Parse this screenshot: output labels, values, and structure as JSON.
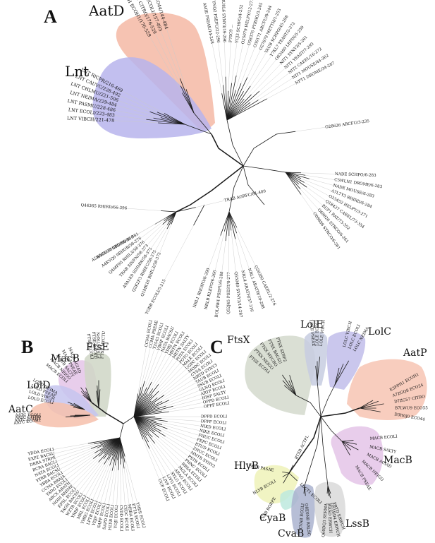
{
  "colors": {
    "aatd": "#f4b8a5",
    "lnt": "#b7b4ec",
    "macb": "#e4c4e8",
    "ftse": "#cfd6c6",
    "lold": "#c6c4ee",
    "aatc": "#f6c0ac",
    "ftsx": "#d3d9cd",
    "lole": "#c7cce0",
    "lolc": "#c1bdea",
    "aatp": "#f7c4b3",
    "hlyb": "#eef2b8",
    "cyab": "#bde9de",
    "cvab": "#aab3cf",
    "lssb": "#d9d9d9"
  },
  "panel_a": {
    "letter": "A",
    "groups": {
      "aatd": "AatD",
      "lnt": "Lnt"
    },
    "leaves": {
      "aatd": [
        "E3PPH ECOH1/176-529",
        "D7ZGD1 CITRO/176-529",
        "L3QD2 ECOLI/157-493",
        "D3HB07 ECO44/144-484"
      ],
      "lnt": [
        "LNT RICPR/216-469",
        "LNT CAUVC/228-492",
        "LNT CHLMU/221-506",
        "LNT NEIMA/229-484",
        "LNT PASMU/228-486",
        "LNT ECOLI/223-483",
        "LNT VIBCH/221-478"
      ],
      "top": [
        "AMIE PSEAE/14-268",
        "YNQ2 PSEPU/22-296",
        "Q8U8L6 SYNY3/19-296",
        "P70C9 ...",
        "YCJ3 SCHPO/4-252",
        "O25079 HELPY/12-271",
        "O58376 PYRHO/3-245",
        "O30171 ARCFU/8-244",
        "O27679 METTH/1-253",
        "YAUB SCHPO/45-298",
        "Y7KL7 YEAST/2-272",
        "O83480 LEPIN/5-259",
        "NIT1 SYNY3/5-261",
        "NIT1 YEAST/7-293",
        "NIT2 CAEEL/16-272",
        "NIT1 MOUSE/44-302",
        "NFT1 DROME/34-287"
      ],
      "right": [
        "O28626 ARCFU/3-235",
        "NADE SCHPO/6-283",
        "C5WLN1 DROME/6-283",
        "NADE MOUSE/6-283",
        "A7L7Y3 RHIRD/6-284",
        "O25452 HELPY/3-271",
        "Q18437 CAEEL/73-354",
        "BUP1 RAT/73-352",
        "O69826 STRCO/6-261",
        "O08888 STRCO/6-261"
      ],
      "bottom": [
        "Q20380 CAEEL/2-276",
        "NRL1 ARATH/19-298",
        "NRL4 ARATH/37-316",
        "Q55049 SYNY3/14-287",
        "Q52J45 PSEST/8-277",
        "BOLAW4 PSEPU/6-288",
        "NRLB KLEPO/6-266",
        "NRL1 RHOHO/6-290",
        "YOBB ECOLI/5-215"
      ],
      "left": [
        "Q44365 RHIRD/66-396",
        "TRAB AGRFC/81-409",
        "A5WYC0 RHIRD/89-419",
        "A6GUS7 9BURK/58-381",
        "A4KVQ0 9RHOB/58-376",
        "Q4MF95 RHIL3/58-376",
        "TRAB SINFN/58-373",
        "A0A1K0 SINMW/58-375",
        "Q2K2F3 RHIEC/58-375",
        "Q1MK18 RHIL3/58-375"
      ]
    }
  },
  "panel_b": {
    "letter": "B",
    "groups": {
      "macb": "MacB",
      "ftse": "FtsE",
      "lold": "LolD",
      "aatc": "AatC"
    },
    "leaves": {
      "macb": [
        "MACB ECOLI",
        "MACB NEIGO",
        "MACB SALTY",
        "MACB PSEAE",
        "MACB ACIAD"
      ],
      "ftse": [
        "FTSE ECOLI",
        "FTSE BACSU",
        "FTSE STRPN",
        "FTSE MYCTU"
      ],
      "lold": [
        "LOLD ECOLI",
        "LOLD VIBCH",
        "LOLD PSEAE",
        "LOLD NEIMA"
      ],
      "aatc": [
        "AATC ECOLI",
        "AATC CITRO",
        "AATC ECO44",
        "AATC ECOH1"
      ],
      "others": [
        "CCMA ECOLI",
        "CCMA PSEAE",
        "Y2543 ECOLI",
        "YBHF ECOLI",
        "NATA BACSU",
        "YDBJ ECOLI",
        "METN ECOLI",
        "METN SALTY",
        "POTA ECOLI",
        "POTG ECOLI",
        "MALK ECOLI",
        "UGPC ECOLI",
        "MODC ECOLI",
        "CYSA ECOLI",
        "NRTD SYNY3",
        "TAUB ECOLI",
        "SSUB ECOLI",
        "GLNQ ECOLI",
        "ARTP ECOLI",
        "HISP SALTY",
        "OPPD ECOLI",
        "OPPF ECOLI",
        "DPPD ECOLI",
        "DPPF ECOLI",
        "NIKD ECOLI",
        "NIKE ECOLI",
        "FHUC ECOLI",
        "FEPC ECOLI",
        "BTUD ECOLI",
        "ZNUC ECOLI",
        "MNTB SYNY3",
        "PSTB ECOLI",
        "PHNC ECOLI",
        "RBSA ECOLI",
        "MGLA ECOLI",
        "ARAG ECOLI",
        "XYLG ECOLI",
        "LIVG ECOLI",
        "LIVF ECOLI",
        "UUP ECOLI",
        "YHES ECOLI",
        "ETTA ECOLI",
        "MSBA ECOLI",
        "CYDC ECOLI",
        "CYDD ECOLI",
        "YOJI ECOLI",
        "HLYB ECOLI",
        "SAPD ECOLI",
        "SAPF ECOLI",
        "YEJF ECOLI",
        "LPTB ECOLI",
        "YHBG ECOLI",
        "MKL ECOLI",
        "YRBF ECOLI",
        "WZTB ECOLI",
        "TAGH BACSU",
        "KPSL ECOLI",
        "NODI RHIME",
        "ABCX ARATH",
        "YADG ECOLI",
        "CCMA BRAJA",
        "YBBA ECOLI",
        "YTRB BACSU",
        "NATA ECOLI",
        "BCRA BACLI",
        "DRRA STRPE",
        "EXPZ BACSU",
        "YDDA ECOLI"
      ]
    }
  },
  "panel_c": {
    "letter": "C",
    "groups": {
      "ftsx": "FtsX",
      "lole": "LolE",
      "lolc": "LolC",
      "aatp": "AatP",
      "macb": "MacB",
      "hlyb": "HlyB",
      "cyab": "CyaB",
      "cvab": "CvaB",
      "lssb": "LssB"
    },
    "leaves": {
      "ftsx": [
        "FTSX ECOLI",
        "FTSX NEIGO",
        "FTSX MYCBO",
        "FTSX BACSU",
        "FTSX STRP2"
      ],
      "lole": [
        "LOLE PSEAE",
        "LOLE ECOLI",
        "LOLE VIBCH"
      ],
      "lolc": [
        "LOLC VIBCH",
        "LOLC ECOLI",
        "LOLC NEIMA"
      ],
      "aatp": [
        "E3PPH1 ECOH1",
        "A7ZGQ8 ECO24",
        "D7ZG57 CITRO",
        "B7LWU9 ECO55",
        "D3H0J0 ECO44"
      ],
      "macb": [
        "MACB ECOLI",
        "MACB SALTY",
        "MACB ACIAD",
        "MACB NEIGO",
        "MACB PSEAE"
      ],
      "hlyb": [
        "PAXB PASAE",
        "RTXB ACTPL",
        "LDCT1 ECOLI",
        "HLYB ECOLI"
      ],
      "cyab": [
        "CYAB BORPE"
      ],
      "cvab": [
        "CVAB ECOLI",
        "Q8E0N8 RALSC"
      ],
      "lssb": [
        "Q60DQ3 SERMA",
        "HASD ERWCH",
        "Q51RD4 ERWCH",
        "PRTD ERWCH"
      ]
    }
  }
}
